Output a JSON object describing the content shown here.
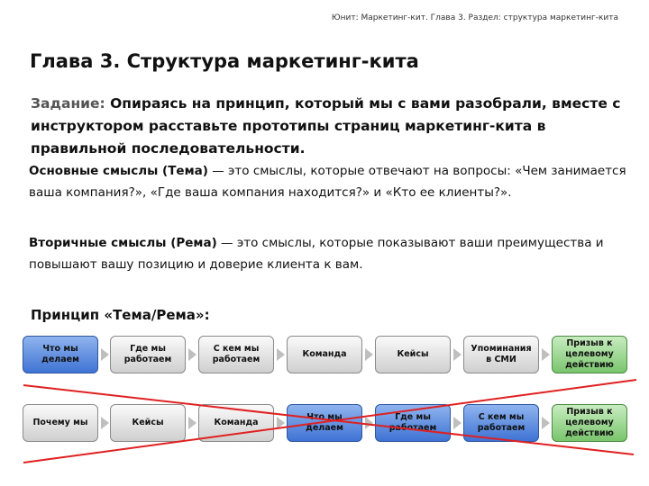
{
  "header_note": "Юнит: Маркетинг-кит. Глава 3. Раздел: структура маркетинг-кита",
  "title": "Глава 3. Структура маркетинг-кита",
  "task": {
    "label": "Задание:",
    "text": " Опираясь на принцип, который мы с вами разобрали, вместе с инструктором расставьте прототипы страниц маркетинг-кита в правильной последовательности."
  },
  "themes": {
    "term": "Основные смыслы (Тема)",
    "text": " — это смыслы, которые отвечают на вопросы: «Чем занимается ваша компания?», «Где ваша компания находится?» и «Кто ее клиенты?»."
  },
  "rhemes": {
    "term": "Вторичные смыслы (Рема)",
    "text": " — это смыслы, которые показывают ваши преимущества и повышают вашу позицию и доверие клиента к вам."
  },
  "principle_heading": "Принцип «Тема/Рема»:",
  "row_correct": [
    {
      "label": "Что мы делаем",
      "style": "blue"
    },
    {
      "label": "Где мы работаем",
      "style": "grey"
    },
    {
      "label": "С кем мы работаем",
      "style": "grey"
    },
    {
      "label": "Команда",
      "style": "grey"
    },
    {
      "label": "Кейсы",
      "style": "grey"
    },
    {
      "label": "Упоминания в СМИ",
      "style": "grey"
    },
    {
      "label": "Призыв к целевому действию",
      "style": "green"
    }
  ],
  "row_wrong": [
    {
      "label": "Почему мы",
      "style": "grey"
    },
    {
      "label": "Кейсы",
      "style": "grey"
    },
    {
      "label": "Команда",
      "style": "grey"
    },
    {
      "label": "Что мы делаем",
      "style": "blue"
    },
    {
      "label": "Где мы работаем",
      "style": "blue"
    },
    {
      "label": "С кем мы работаем",
      "style": "blue"
    },
    {
      "label": "Призыв к целевому действию",
      "style": "green"
    }
  ],
  "colors": {
    "cross": "#e02020",
    "blue_box": "#4a7fdc",
    "green_box": "#7cc870",
    "grey_box": "#d8d8d8"
  }
}
